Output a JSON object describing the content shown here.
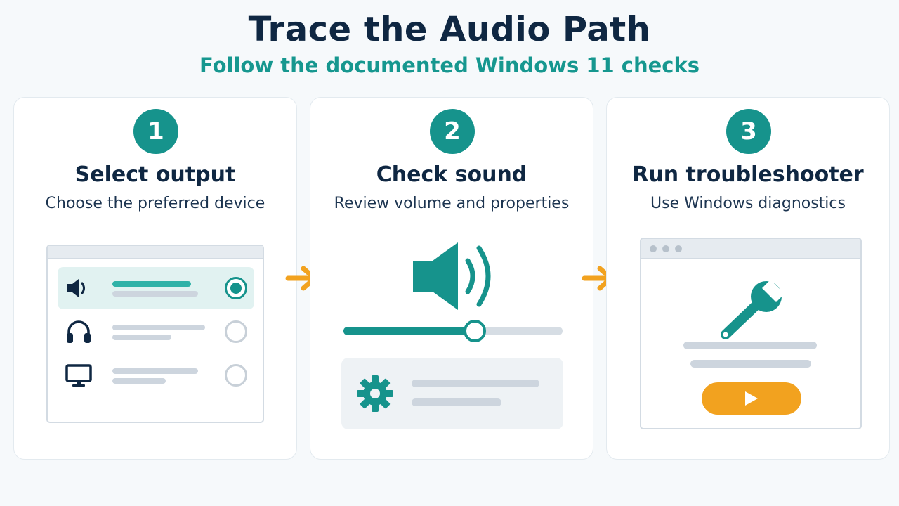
{
  "header": {
    "title": "Trace the Audio Path",
    "subtitle": "Follow the documented Windows 11 checks"
  },
  "steps": [
    {
      "number": "1",
      "title": "Select output",
      "description": "Choose the preferred device"
    },
    {
      "number": "2",
      "title": "Check sound",
      "description": "Review volume and properties"
    },
    {
      "number": "3",
      "title": "Run troubleshooter",
      "description": "Use Windows diagnostics"
    }
  ],
  "output_devices": [
    {
      "icon": "speaker-icon",
      "selected": true
    },
    {
      "icon": "headphones-icon",
      "selected": false
    },
    {
      "icon": "monitor-icon",
      "selected": false
    }
  ],
  "volume": {
    "level": 0.6
  },
  "icons": {
    "arrow": "arrow-right-icon",
    "speaker": "speaker-wave-icon",
    "settings": "gear-icon",
    "troubleshoot": "wrench-icon",
    "run": "play-icon"
  },
  "colors": {
    "teal": "#16938c",
    "accent_orange": "#f2a21f",
    "title_navy": "#0f2742",
    "subtitle_teal": "#16978f"
  }
}
